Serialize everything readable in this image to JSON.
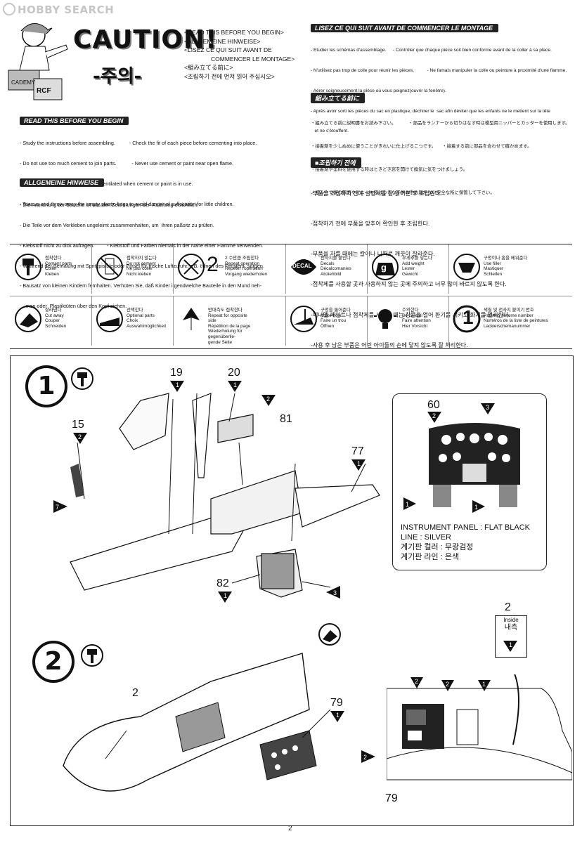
{
  "watermark": "HOBBY SEARCH",
  "caution": {
    "title": "CAUTION!",
    "title_ko": "-주의-",
    "items": [
      "<READ THIS BEFORE YOU BEGIN>",
      "<ALLGEMEINE HINWEISE>",
      "<LISEZ CE QUI SUIT AVANT DE",
      "COMMENCER LE MONTAGE>",
      "<組み立てる前に>",
      "<조립하기 전에 먼저 읽어 주십시오>"
    ]
  },
  "read_before": {
    "heading": "READ THIS BEFORE YOU BEGIN",
    "lines": [
      "- Study the instructions before assembling.          - Check the fit of each piece before cementing into place.",
      "- Do not use too much cement to join parts.           - Never use cement or paint near open flame.",
      "- Open a window or make area well ventilated when cement or paint is in use.",
      "- Tear up and throw away the empty plastic bags to avoid danger of suffocation for little children."
    ]
  },
  "allgemeine": {
    "heading": "ALLGEMEINE HINWEISE",
    "lines": [
      "- Die Anordnung der Bauteile ist aus den Zeichnungen der  Anleitung ersichtlich.",
      "- Die Teile vor dem Verkleben ungeleimt zusammenhalten, um  ihren paßsitz zu prüfen.",
      "- Klebstoff nicht zu dick aufragen.         - Klebstoff und Farben niemals in der Nähe einer Flamme verwenden.",
      "- Während der Bemalung mit Spritzpistole oder Pinsel für frische Luftzufuhr, z.B. öffnen des Fensters, sorgen.",
      "- Bausatz von kleinen Kindern fernhalten. Verhüten Sie, daß Kinder irgendwelche Bauteile in den Mund neh-",
      "   -men oder  Plastiktüten über den Kopf ziehen."
    ]
  },
  "lisez": {
    "heading": "LISEZ CE QUI SUIT AVANT DE COMMENCER LE MONTAGE",
    "lines": [
      "- Etudier les schémas d'assemblage.     - Contrôler que chaque pièce soit bien conforme avant de la coller à sa place.",
      "- N'utilisez pas trop de colle pour réunir les pièces.          - Ne famais manipuler la colle ou peinture à proximité d'une flamme.",
      "- Aérer soigneusement la pièce où vous peignez(ouvrir la fenêtre).",
      "- Après avoir sorti les pièces du sac en plastique, déchirer le  sac afin déviter que les enfants ne le mettent sur la tête",
      "   et ne s'étouffent."
    ]
  },
  "jp": {
    "heading": "組み立てる前に",
    "lines": [
      "・組み立てる前に説明書をお読み下さい。          ・部品をランナーから切りはなす時は模型用ニッパーとカッターを使用します。",
      "・接着剤を少しぬめに使うことがきれいに仕上げるこつです。     ・接着する前に部品を合わせて確かめます。",
      "・接着剤や塗料を使用する時はときどき窓を開けて換気に気をつけましょう。",
      "・組み立て後の部品やビニール袋は小さな子供の手の届かない安全な所に保管して下さい。"
    ]
  },
  "ko": {
    "heading": "■조립하기 전에",
    "lines": [
      "-부품을 조립하기 전에 설명서를 잘 읽어본 후 조립한다.",
      "-접착하기 전에 부품을 맞추어 확인한 후 조립한다.",
      "-부품을 자를 때에는 칼이나 니퍼로 깨끗이 잘라준다.",
      "-접착제를 사용할 곳과 사용하지 않는 곳에 주의하고 너무 많이 바르지 않도록 한다.",
      "-에나멜 페인트나 접착제를 사용할 때는 창문을 열어 환기를 시키고 화기를 멀리한다.",
      "-사용 후 남은 부품은 어린 아이들의 손에 닿지 않도록 잘 처리한다."
    ]
  },
  "symbols": [
    {
      "icon": "cement-icon",
      "lines": [
        "접착한다",
        "Cement parts",
        "Coller",
        "Kleben"
      ]
    },
    {
      "icon": "no-cement-icon",
      "lines": [
        "접착하지 않는다",
        "Do not cement",
        "Ne pas coller",
        "Nicht kleben"
      ]
    },
    {
      "icon": "repeat-icon",
      "glyph": "2",
      "lines": [
        "2 수만큼 조립한다",
        "Repeat operation",
        "Répéter l'opération",
        "Vorgang wiederholen"
      ]
    },
    {
      "icon": "decal-icon",
      "glyph": "DECAL",
      "lines": [
        "전사지를 붙인다",
        "Decals",
        "Décalcomanies",
        "Abziehbild"
      ]
    },
    {
      "icon": "add-weight-icon",
      "glyph": "g",
      "lines": [
        "무게추를 넣는다",
        "Add weight",
        "Lester",
        "Gewicht"
      ]
    },
    {
      "icon": "filler-icon",
      "lines": [
        "구멍이나 홈을 메워준다",
        "Use filler",
        "Mastiquer",
        "Schleifen"
      ]
    },
    {
      "icon": "cut-away-icon",
      "lines": [
        "잘라낸다",
        "Cut away",
        "Couper",
        "Schneiden"
      ]
    },
    {
      "icon": "optional-parts-icon",
      "lines": [
        "선택한다",
        "Optional parts",
        "Choix",
        "Auswahlmöglichkeit"
      ]
    },
    {
      "icon": "opposite-side-icon",
      "lines": [
        "반대측도 접착한다",
        "Repeat for opposite side",
        "Répétition de la page",
        "Wiederholung für gegenüberlie-",
        "gende Seite"
      ]
    },
    {
      "icon": "make-hole-icon",
      "lines": [
        "구멍을 뚫어준다",
        "Make hole",
        "Faire un trou",
        "Öffnen"
      ]
    },
    {
      "icon": "be-careful-icon",
      "lines": [
        "주의한다",
        "Be careful",
        "Faire attention",
        "Hier Vorsicht"
      ]
    },
    {
      "icon": "painting-number-icon",
      "glyph": "1",
      "lines": [
        "색칠 및 전사지 붙이기 번호",
        "Painting scheme number",
        "Numéros de la liste de peintures",
        "Lackierschemanummer"
      ]
    }
  ],
  "step1": {
    "number": "1",
    "parts": [
      "19",
      "20",
      "81",
      "15",
      "77",
      "82",
      "60"
    ],
    "inset": {
      "lines": [
        "INSTRUMENT PANEL : FLAT BLACK",
        "LINE : SILVER",
        "계기판 컬러 : 무광검정",
        "계기판 라인 : 은색"
      ]
    }
  },
  "step2": {
    "number": "2",
    "parts": [
      "2",
      "79"
    ],
    "inside_label": "Inside",
    "inside_label_ko": "내측",
    "detail_parts": [
      "2",
      "79"
    ]
  },
  "badges": {
    "one": "1",
    "two": "2",
    "three": "3",
    "seven": "7"
  },
  "page_number": "2"
}
